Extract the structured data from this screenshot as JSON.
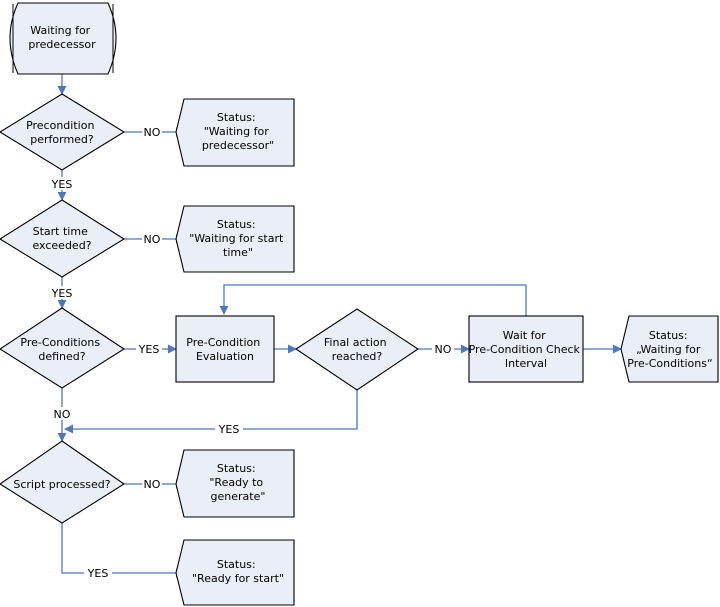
{
  "nodes": {
    "start": [
      "Waiting for",
      "predecessor"
    ],
    "precondition_performed": [
      "Precondition",
      "performed?"
    ],
    "status_waiting_predecessor": [
      "Status:",
      "\"Waiting for",
      "predecessor\""
    ],
    "start_time_exceeded": [
      "Start time",
      "exceeded?"
    ],
    "status_waiting_start_time": [
      "Status:",
      "\"Waiting for start",
      "time\""
    ],
    "preconditions_defined": [
      "Pre-Conditions",
      "defined?"
    ],
    "precondition_evaluation": [
      "Pre-Condition",
      "Evaluation"
    ],
    "final_action_reached": [
      "Final action",
      "reached?"
    ],
    "wait_check_interval": [
      "Wait for",
      "Pre-Condition Check",
      "Interval"
    ],
    "status_waiting_preconditions": [
      "Status:",
      "„Waiting for",
      "Pre-Conditions“"
    ],
    "script_processed": [
      "Script processed?"
    ],
    "status_ready_generate": [
      "Status:",
      "\"Ready to",
      "generate\""
    ],
    "status_ready_start": [
      "Status:",
      "\"Ready for start\""
    ]
  },
  "edge_labels": {
    "precondition_no": "NO",
    "precondition_yes": "YES",
    "start_time_no": "NO",
    "start_time_yes": "YES",
    "preconditions_yes": "YES",
    "preconditions_no": "NO",
    "final_action_no": "NO",
    "final_action_yes": "YES",
    "script_no": "NO",
    "script_yes": "YES"
  }
}
